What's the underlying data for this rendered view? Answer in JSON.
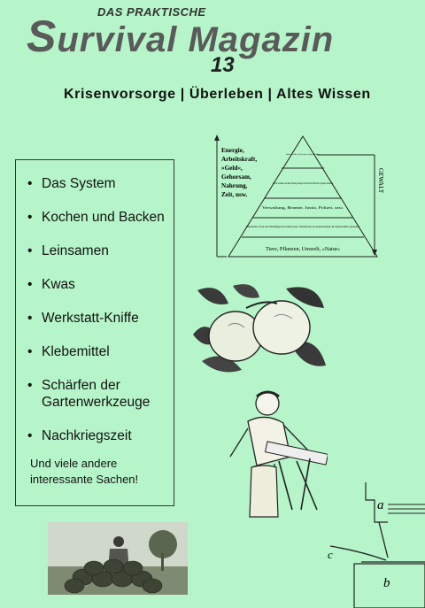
{
  "masthead": {
    "kicker": "DAS PRAKTISCHE",
    "title_first": "S",
    "title_rest": "urvival Magazin",
    "issue": "13",
    "tagline": "Krisenvorsorge | Überleben | Altes Wissen"
  },
  "contents": {
    "items": [
      "Das System",
      "Kochen und Backen",
      "Leinsamen",
      "Kwas",
      "Werkstatt-Kniffe",
      "Klebemittel",
      "Schärfen der",
      "Nachkriegszeit"
    ],
    "item_cont": "Gartenwerkzeuge",
    "more_line1": "Und viele andere",
    "more_line2": "interessante Sachen!"
  },
  "pyramid": {
    "left_text": [
      "Energie,",
      "Arbeitskraft,",
      "»Geld«,",
      "Gehorsam,",
      "Nahrung,",
      "Zeit, usw."
    ],
    "right_label": "GEWALT",
    "levels": [
      "Tiere, Pflanzen, Umwelt, »Natur«",
      "Menschen. (Von den Mächtigen Konsumtrottel, Stimmvieh, Konsumsoldaten & Steuerzahler genannt.)",
      "Verwaltung, Beamte, Justiz, Polizei, usw.",
      "Macht-Gremien, die ihre Stellung festigen und für den Erhalt des Systems einsetzen",
      "Initiierte Lobbies, Top-Verdiener, Spitzen-Politiker"
    ]
  },
  "diagram_labels": {
    "a": "a",
    "b": "b",
    "c": "c"
  }
}
